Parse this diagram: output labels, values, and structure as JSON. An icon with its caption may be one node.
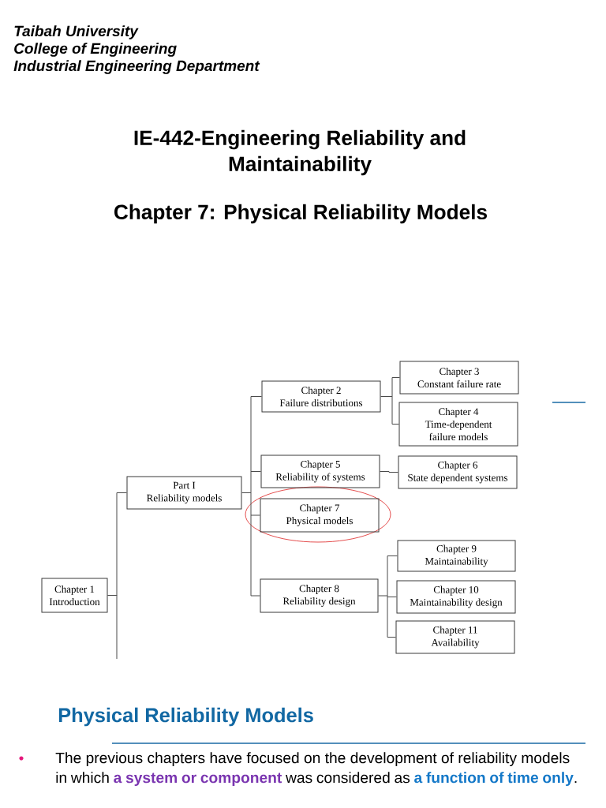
{
  "diagram": {
    "title": "IE-442-Engineering Reliability and Maintainability",
    "nodes": [
      {
        "text": [
          "Chapter 1",
          "Introduction"
        ]
      },
      {
        "text": [
          "Part I",
          "Reliability models"
        ]
      },
      {
        "text": [
          "Chapter 2",
          "Failure distributions"
        ]
      },
      {
        "text": [
          "Chapter 3",
          "Constant failure rate"
        ]
      },
      {
        "text": [
          "Chapter 4",
          "Time-dependent failure models"
        ]
      },
      {
        "text": [
          "Chapter 5",
          "Reliability of systems"
        ]
      },
      {
        "text": [
          "Chapter 6",
          "State dependent systems"
        ]
      },
      {
        "text": [
          "Chapter 7",
          "Physical models"
        ]
      },
      {
        "text": [
          "Chapter 8",
          "Reliability design"
        ]
      },
      {
        "text": [
          "Chapter 9",
          "Maintainability"
        ]
      },
      {
        "text": [
          "Chapter 10",
          "Maintainability design"
        ]
      },
      {
        "text": [
          "Chapter 11",
          "Availability"
        ]
      }
    ],
    "edges": [
      {
        "from": 0,
        "to": 1,
        "arrow": "none"
      },
      {
        "from": 0,
        "to": null,
        "arrow": "none"
      },
      {
        "from": 1,
        "to": 2,
        "arrow": "none"
      },
      {
        "from": 1,
        "to": 5,
        "arrow": "none"
      },
      {
        "from": 1,
        "to": 7,
        "arrow": "none"
      },
      {
        "from": 1,
        "to": 8,
        "arrow": "none"
      },
      {
        "from": 2,
        "to": 3,
        "arrow": "none"
      },
      {
        "from": 2,
        "to": 4,
        "arrow": "none"
      },
      {
        "from": 5,
        "to": 6,
        "arrow": "none"
      },
      {
        "from": 8,
        "to": 9,
        "arrow": "none"
      },
      {
        "from": 8,
        "to": 10,
        "arrow": "none"
      },
      {
        "from": 8,
        "to": 11,
        "arrow": "none"
      }
    ],
    "labels": [
      "Taibah University",
      "College of Engineering",
      "Industrial Engineering Department",
      "Chapter 7: Physical Reliability Models",
      "Physical Reliability Models",
      "The previous chapters have focused on the development of reliability models in which **a system or component** was considered as **a function of time only**."
    ]
  }
}
